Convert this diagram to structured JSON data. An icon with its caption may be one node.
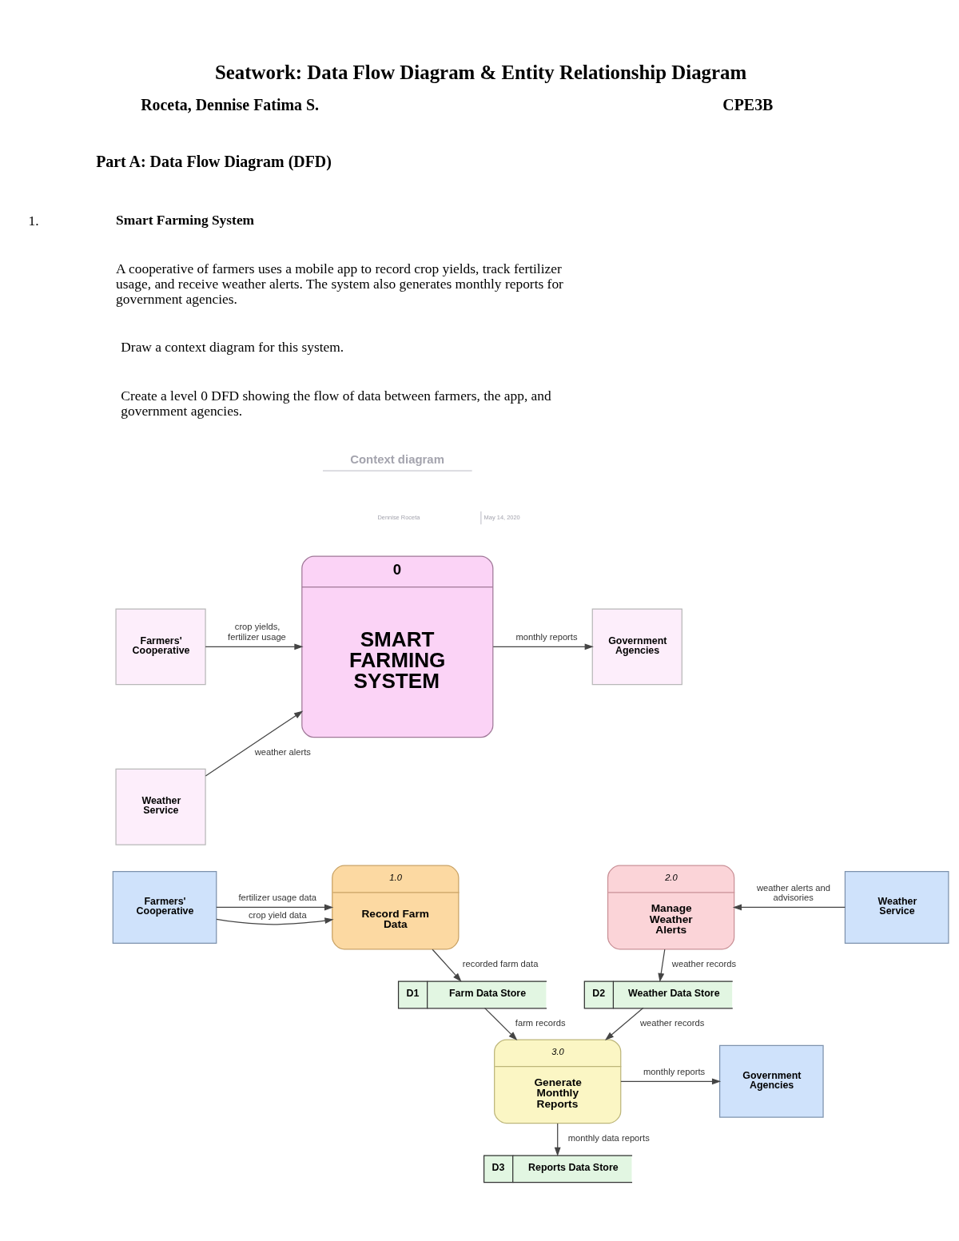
{
  "diagram": {
    "title": "Seatwork: Data Flow Diagram & Entity Relationship Diagram",
    "nodes": [
      {
        "text": [
          "Farmers' Cooperative"
        ]
      },
      {
        "text": [
          "0",
          "SMART FARMING SYSTEM"
        ]
      },
      {
        "text": [
          "Weather Service"
        ]
      },
      {
        "text": [
          "Government Agencies"
        ]
      },
      {
        "text": [
          "Farmers' Cooperative"
        ]
      },
      {
        "text": [
          "1.0",
          "Record Farm Data"
        ]
      },
      {
        "text": [
          "2.0",
          "Manage Weather Alerts"
        ]
      },
      {
        "text": [
          "Weather Service"
        ]
      },
      {
        "text": [
          "D1",
          "Farm Data Store"
        ]
      },
      {
        "text": [
          "D2",
          "Weather Data Store"
        ]
      },
      {
        "text": [
          "3.0",
          "Generate Monthly Reports"
        ]
      },
      {
        "text": [
          "Government Agencies"
        ]
      },
      {
        "text": [
          "D3",
          "Reports Data Store"
        ]
      }
    ],
    "edges": [
      {
        "from": 0,
        "to": 1,
        "arrow": "to",
        "label": "crop yields, fertilizer usage"
      },
      {
        "from": 2,
        "to": 1,
        "arrow": "to",
        "label": "weather alerts"
      },
      {
        "from": 1,
        "to": 3,
        "arrow": "to",
        "label": "monthly reports"
      },
      {
        "from": 4,
        "to": 5,
        "arrow": "to",
        "label": "crop yield data"
      },
      {
        "from": 4,
        "to": 5,
        "arrow": "to",
        "label": "fertilizer usage data"
      },
      {
        "from": 7,
        "to": 6,
        "arrow": "to",
        "label": "weather alerts and advisories"
      },
      {
        "from": 5,
        "to": 8,
        "arrow": "to",
        "label": "recorded farm data"
      },
      {
        "from": 6,
        "to": 9,
        "arrow": "to",
        "label": "weather records"
      },
      {
        "from": 8,
        "to": 10,
        "arrow": "to",
        "label": "farm records"
      },
      {
        "from": 9,
        "to": 10,
        "arrow": "to",
        "label": "weather records"
      },
      {
        "from": 10,
        "to": 11,
        "arrow": "to",
        "label": "monthly reports"
      },
      {
        "from": 10,
        "to": 12,
        "arrow": "to",
        "label": "monthly data reports"
      }
    ],
    "labels": [
      "Roceta, Dennise Fatima S.",
      "CPE3B",
      "Part A: Data Flow Diagram (DFD)",
      "1.",
      "Smart Farming System",
      "A cooperative of farmers uses a mobile app to record crop yields, track fertilizer usage, and receive weather alerts. The system also generates monthly reports for government agencies.",
      "Draw a context diagram for this system.",
      "Create a level 0 DFD showing the flow of data between farmers, the app, and government agencies.",
      "Context diagram",
      "Dennise Roceta",
      "May 14, 2020"
    ]
  }
}
